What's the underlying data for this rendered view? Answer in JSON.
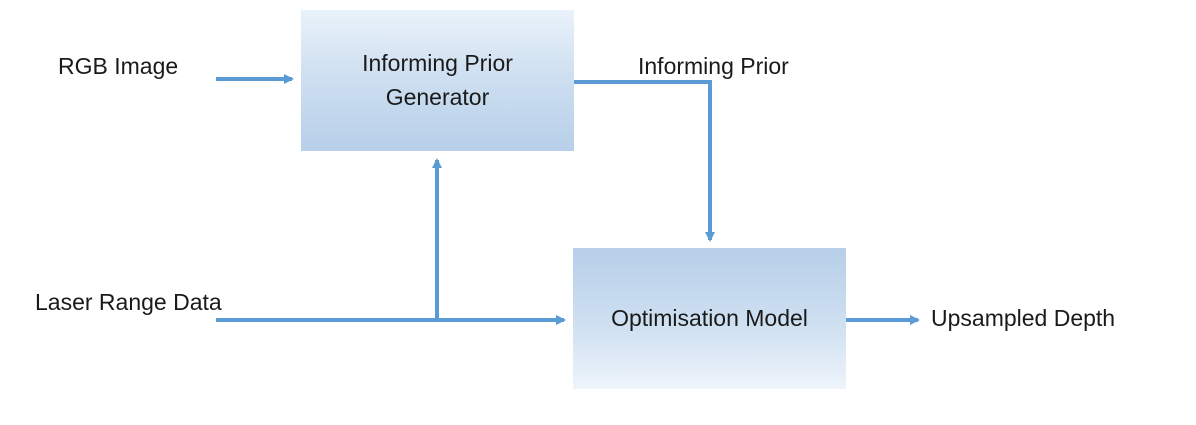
{
  "colors": {
    "arrow": "#5b9bd5",
    "block_light": "#eaf2fa",
    "block_dark": "#b7cfe9",
    "text": "#1a1a1a"
  },
  "blocks": {
    "prior_generator": {
      "line1": "Informing Prior",
      "line2": "Generator"
    },
    "optimisation_model": {
      "label": "Optimisation Model"
    }
  },
  "inputs": {
    "rgb_image": "RGB Image",
    "laser_range_data": "Laser Range Data"
  },
  "edges": {
    "informing_prior": "Informing Prior"
  },
  "outputs": {
    "upsampled_depth": "Upsampled Depth"
  }
}
